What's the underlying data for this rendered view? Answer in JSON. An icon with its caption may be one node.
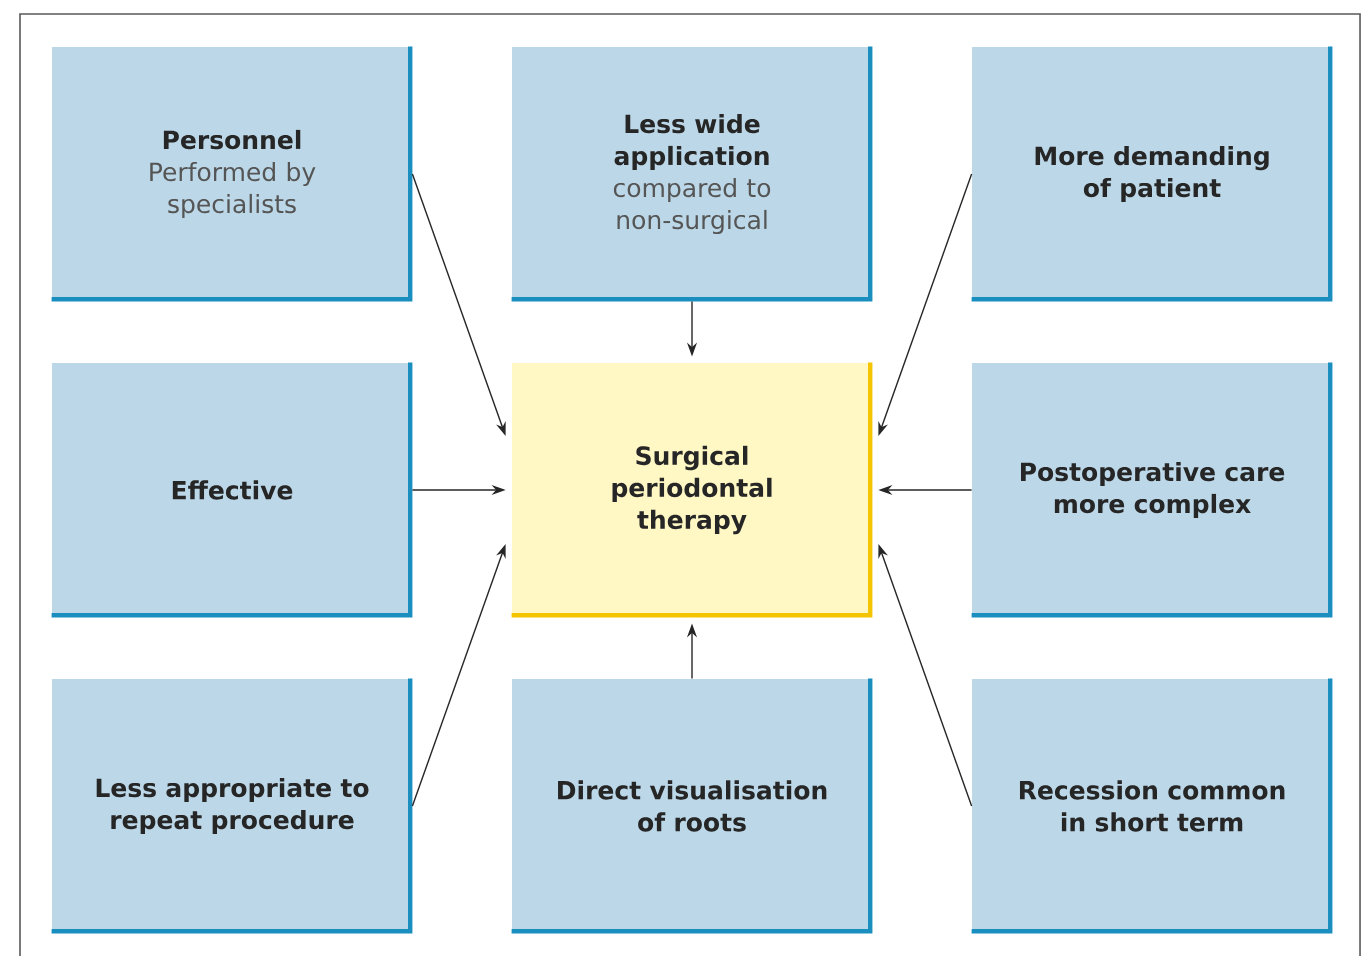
{
  "diagram": {
    "nodes": [
      {
        "text": [
          "Personnel",
          "Performed by specialists"
        ]
      },
      {
        "text": [
          "Less wide application",
          "compared to non-surgical"
        ]
      },
      {
        "text": [
          "More demanding of patient"
        ]
      },
      {
        "text": [
          "Effective"
        ]
      },
      {
        "text": [
          "Surgical periodontal therapy"
        ]
      },
      {
        "text": [
          "Postoperative care more complex"
        ]
      },
      {
        "text": [
          "Less appropriate to repeat procedure"
        ]
      },
      {
        "text": [
          "Direct visualisation of roots"
        ]
      },
      {
        "text": [
          "Recession common in short term"
        ]
      }
    ],
    "edges": [
      {
        "from": 0,
        "to": 4,
        "arrow": "to"
      },
      {
        "from": 1,
        "to": 4,
        "arrow": "to"
      },
      {
        "from": 2,
        "to": 4,
        "arrow": "to"
      },
      {
        "from": 3,
        "to": 4,
        "arrow": "to"
      },
      {
        "from": 5,
        "to": 4,
        "arrow": "to"
      },
      {
        "from": 6,
        "to": 4,
        "arrow": "to"
      },
      {
        "from": 7,
        "to": 4,
        "arrow": "to"
      },
      {
        "from": 8,
        "to": 4,
        "arrow": "to"
      }
    ]
  }
}
